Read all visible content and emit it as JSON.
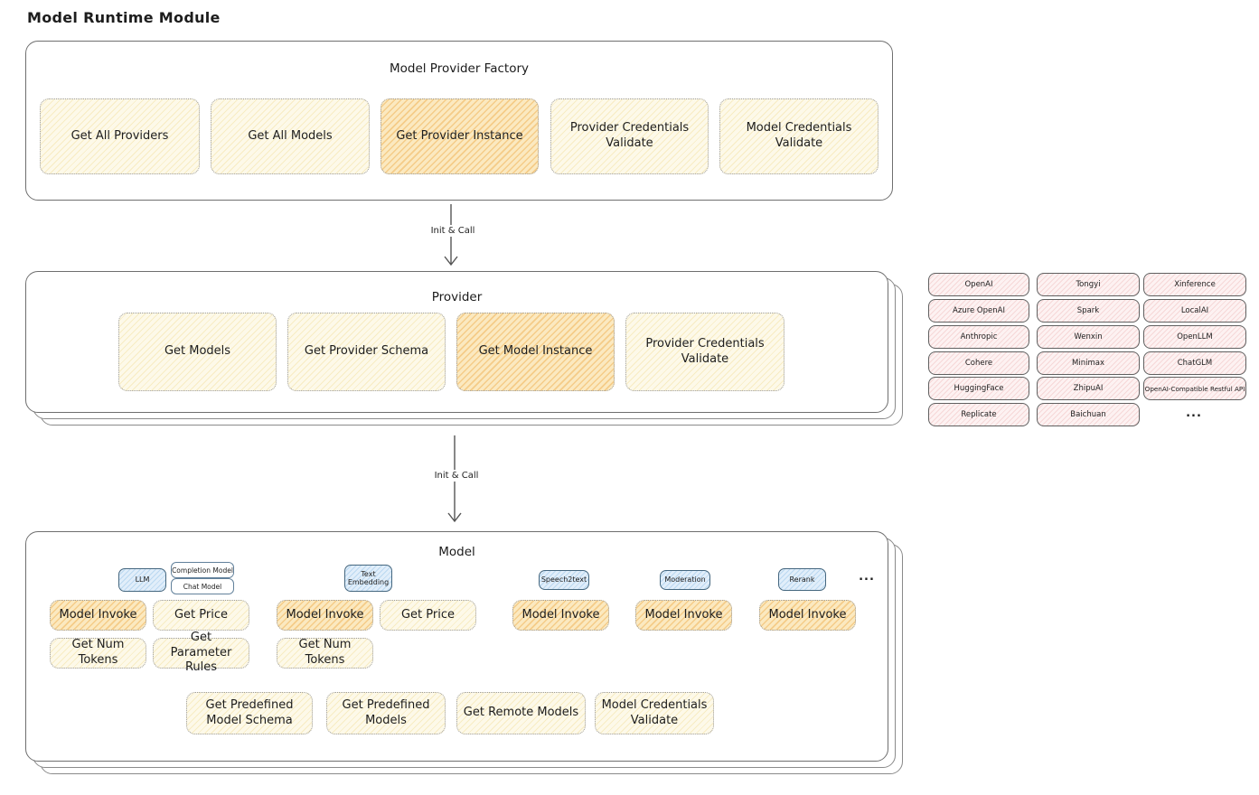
{
  "page_title": "Model Runtime Module",
  "arrow_label": "Init & Call",
  "factory": {
    "title": "Model Provider Factory",
    "actions": [
      {
        "label": "Get All Providers",
        "highlight": false
      },
      {
        "label": "Get All Models",
        "highlight": false
      },
      {
        "label": "Get Provider Instance",
        "highlight": true
      },
      {
        "label": "Provider Credentials Validate",
        "highlight": false
      },
      {
        "label": "Model Credentials Validate",
        "highlight": false
      }
    ]
  },
  "provider": {
    "title": "Provider",
    "actions": [
      {
        "label": "Get Models",
        "highlight": false
      },
      {
        "label": "Get Provider Schema",
        "highlight": false
      },
      {
        "label": "Get Model Instance",
        "highlight": true
      },
      {
        "label": "Provider Credentials Validate",
        "highlight": false
      }
    ]
  },
  "providers": {
    "columns": [
      [
        "OpenAI",
        "Azure OpenAI",
        "Anthropic",
        "Cohere",
        "HuggingFace",
        "Replicate"
      ],
      [
        "Tongyi",
        "Spark",
        "Wenxin",
        "Minimax",
        "ZhipuAI",
        "Baichuan"
      ],
      [
        "Xinference",
        "LocalAI",
        "OpenLLM",
        "ChatGLM",
        "OpenAI-Compatible Restful API"
      ]
    ],
    "more": "..."
  },
  "model": {
    "title": "Model",
    "type_tags": {
      "llm": "LLM",
      "completion_model": "Completion Model",
      "chat_model": "Chat Model",
      "text_embedding": "Text Embedding",
      "speech2text": "Speech2text",
      "moderation": "Moderation",
      "rerank": "Rerank",
      "more": "..."
    },
    "actions": {
      "model_invoke": "Model Invoke",
      "get_price": "Get Price",
      "get_num_tokens": "Get Num Tokens",
      "get_parameter_rules": "Get Parameter Rules",
      "get_predefined_model_schema": "Get Predefined Model Schema",
      "get_predefined_models": "Get Predefined Models",
      "get_remote_models": "Get Remote Models",
      "model_credentials_validate": "Model Credentials Validate"
    }
  },
  "colors": {
    "highlight_fill": "#fbe9c0",
    "normal_fill": "#fdf9e9",
    "provider_chip_fill": "#fdf2f2",
    "type_tag_fill": "#e1eefa",
    "panel_border": "#6f6f6f",
    "text": "#1d1d1d"
  }
}
